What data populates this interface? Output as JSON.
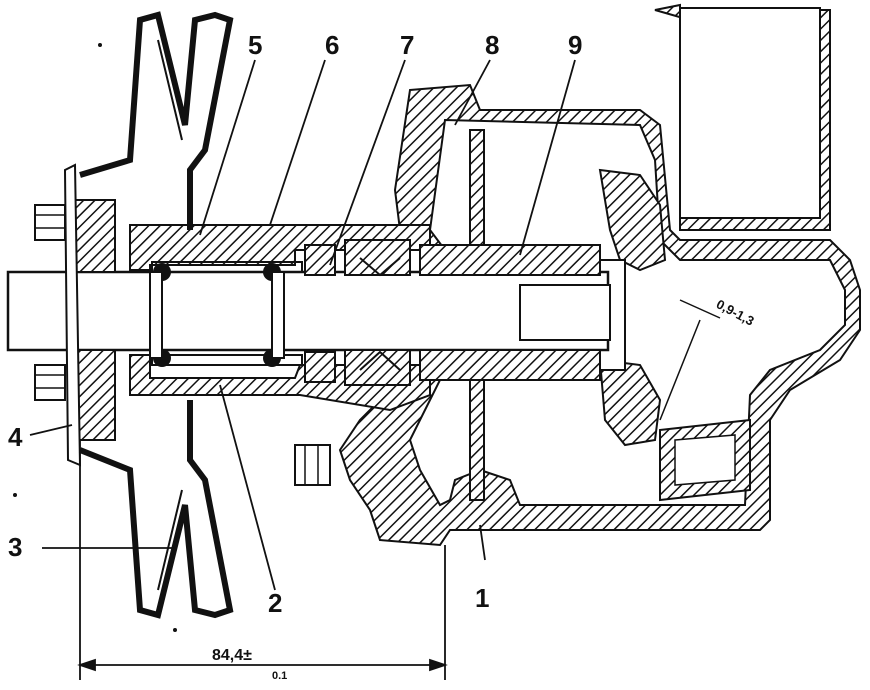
{
  "callouts": {
    "c1": "1",
    "c2": "2",
    "c3": "3",
    "c4": "4",
    "c5": "5",
    "c6": "6",
    "c7": "7",
    "c8": "8",
    "c9": "9"
  },
  "dimensions": {
    "overall": "84,4±",
    "overall_sub": "0.1",
    "gap": "0,9-1,3"
  }
}
